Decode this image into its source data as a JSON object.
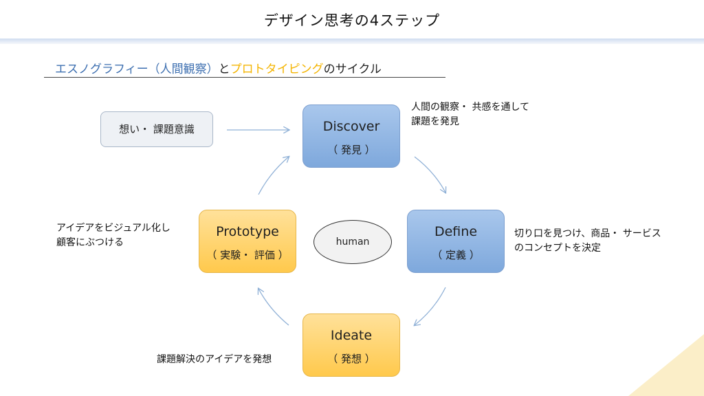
{
  "title": "デザイン思考の4ステップ",
  "subtitle": {
    "part1": "エスノグラフィー（人間観察）",
    "part2": "と",
    "part3": "プロトタイピング",
    "part4": "のサイクル"
  },
  "input_box": "想い・ 課題意識",
  "center": "human",
  "steps": {
    "discover": {
      "en": "Discover",
      "jp": "（ 発見 ）"
    },
    "define": {
      "en": "Define",
      "jp": "（ 定義 ）"
    },
    "ideate": {
      "en": "Ideate",
      "jp": "（ 発想 ）"
    },
    "prototype": {
      "en": "Prototype",
      "jp": "（ 実験・ 評価 ）"
    }
  },
  "notes": {
    "discover": [
      "人間の観察・ 共感を通して",
      "課題を発見"
    ],
    "define": [
      "切り口を見つけ、商品・ サービス",
      "のコンセプトを決定"
    ],
    "ideate": [
      "課題解決のアイデアを発想"
    ],
    "prototype": [
      "アイデアをビジュアル化し",
      "顧客にぶつける"
    ]
  },
  "colors": {
    "blue_text": "#3d6fb0",
    "gold_text": "#f4b400",
    "blue_box": "#8fb4e2",
    "gold_box": "#ffd36b",
    "arrow": "#8fb0d6"
  }
}
